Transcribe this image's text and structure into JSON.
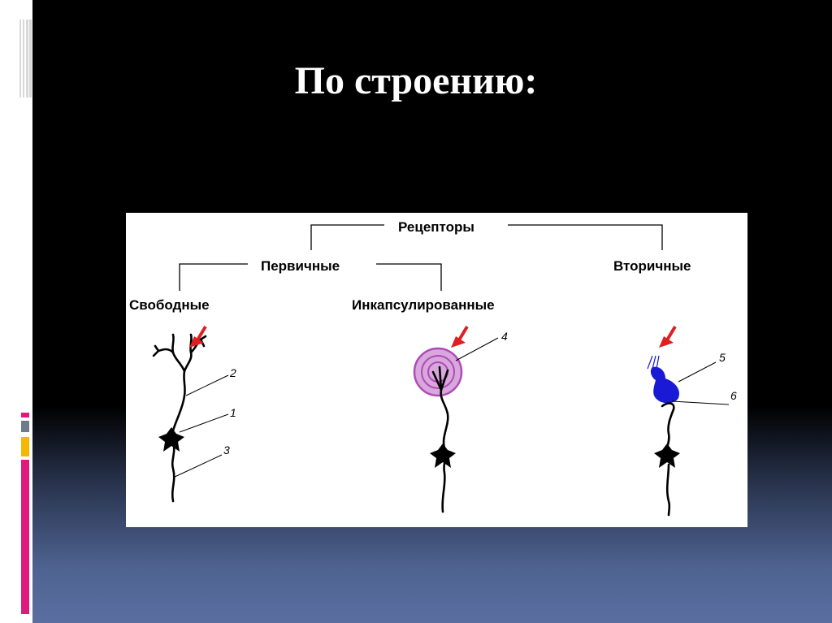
{
  "slide": {
    "title": "По строению:",
    "background_top": "#000000",
    "background_bottom": "#5a6fa0",
    "accent_colors": [
      "#e0197d",
      "#f5b800",
      "#6f7a8a"
    ]
  },
  "diagram": {
    "root": "Рецепторы",
    "branches": {
      "primary": "Первичные",
      "secondary": "Вторичные"
    },
    "primary_types": {
      "free": "Свободные",
      "encapsulated": "Инкапсулированные"
    },
    "numbers": {
      "n1": "1",
      "n2": "2",
      "n3": "3",
      "n4": "4",
      "n5": "5",
      "n6": "6"
    },
    "colors": {
      "arrow": "#e02020",
      "capsule": "#b04ab8",
      "receptor_cell": "#1a1ad6",
      "line": "#000000"
    },
    "icons": [
      "red-arrow-icon",
      "neuron-icon",
      "capsule-icon",
      "receptor-cell-icon"
    ]
  }
}
